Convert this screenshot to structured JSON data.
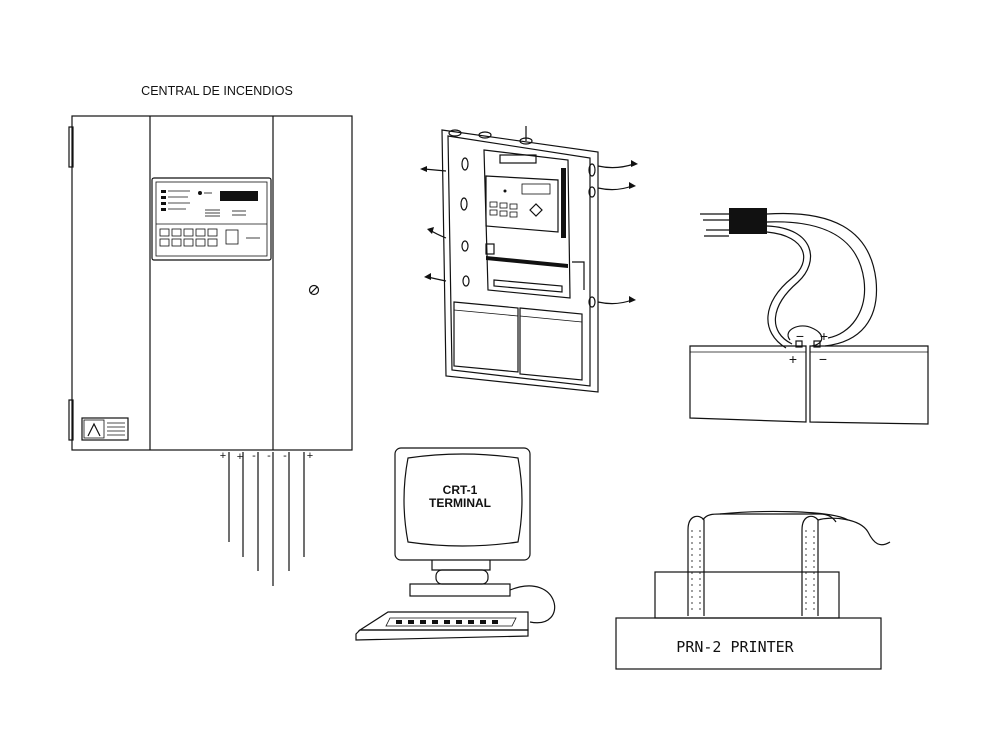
{
  "fire_panel": {
    "title": "CENTRAL DE INCENDIOS",
    "terminals": [
      "+",
      "+",
      "-",
      "-",
      "-",
      "+"
    ]
  },
  "battery": {
    "top_polarity": [
      "−",
      "+"
    ],
    "bottom_polarity": [
      "+",
      "−"
    ]
  },
  "crt_terminal": {
    "line1": "CRT-1",
    "line2": "TERMINAL"
  },
  "printer": {
    "label": "PRN-2  PRINTER"
  }
}
